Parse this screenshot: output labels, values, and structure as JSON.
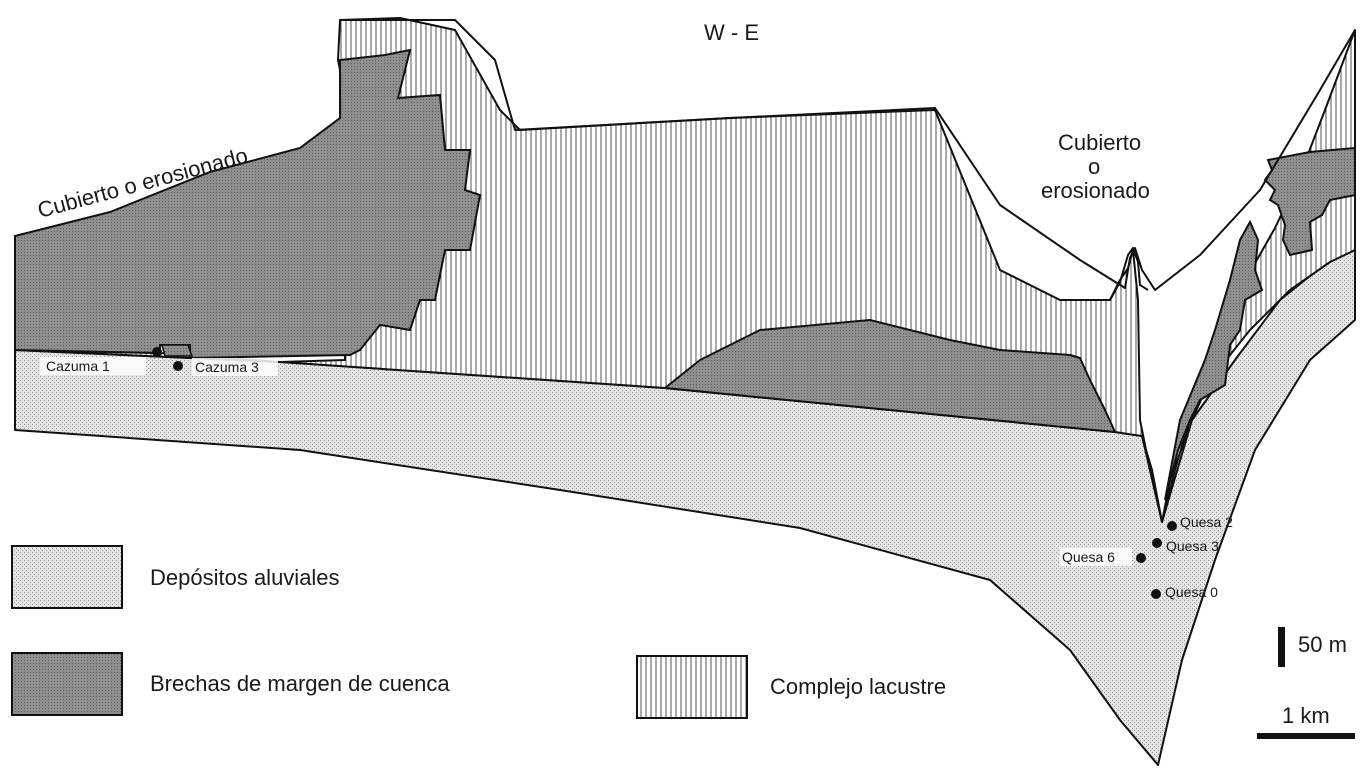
{
  "title": "W - E",
  "annotations": {
    "covered_left": "Cubierto o erosionado",
    "covered_right_line1": "Cubierto",
    "covered_right_line2": "o",
    "covered_right_line3": "erosionado"
  },
  "wells": [
    {
      "id": "cazuma1",
      "label": "Cazuma 1"
    },
    {
      "id": "cazuma3",
      "label": "Cazuma 3"
    },
    {
      "id": "quesa2",
      "label": "Quesa 2"
    },
    {
      "id": "quesa3",
      "label": "Quesa 3"
    },
    {
      "id": "quesa6",
      "label": "Quesa 6"
    },
    {
      "id": "quesa0",
      "label": "Quesa 0"
    }
  ],
  "legend": {
    "alluvial": "Depósitos aluviales",
    "breccia": "Brechas de margen de cuenca",
    "lacustrine": "Complejo lacustre"
  },
  "scale": {
    "vertical": "50 m",
    "horizontal": "1 km"
  },
  "colors": {
    "alluvial_fill": "#e4e4e4",
    "breccia_fill": "#8f8f8f",
    "lacustrine_bg": "#ffffff",
    "lacustrine_stripes": "#555555",
    "outline": "#111111"
  }
}
